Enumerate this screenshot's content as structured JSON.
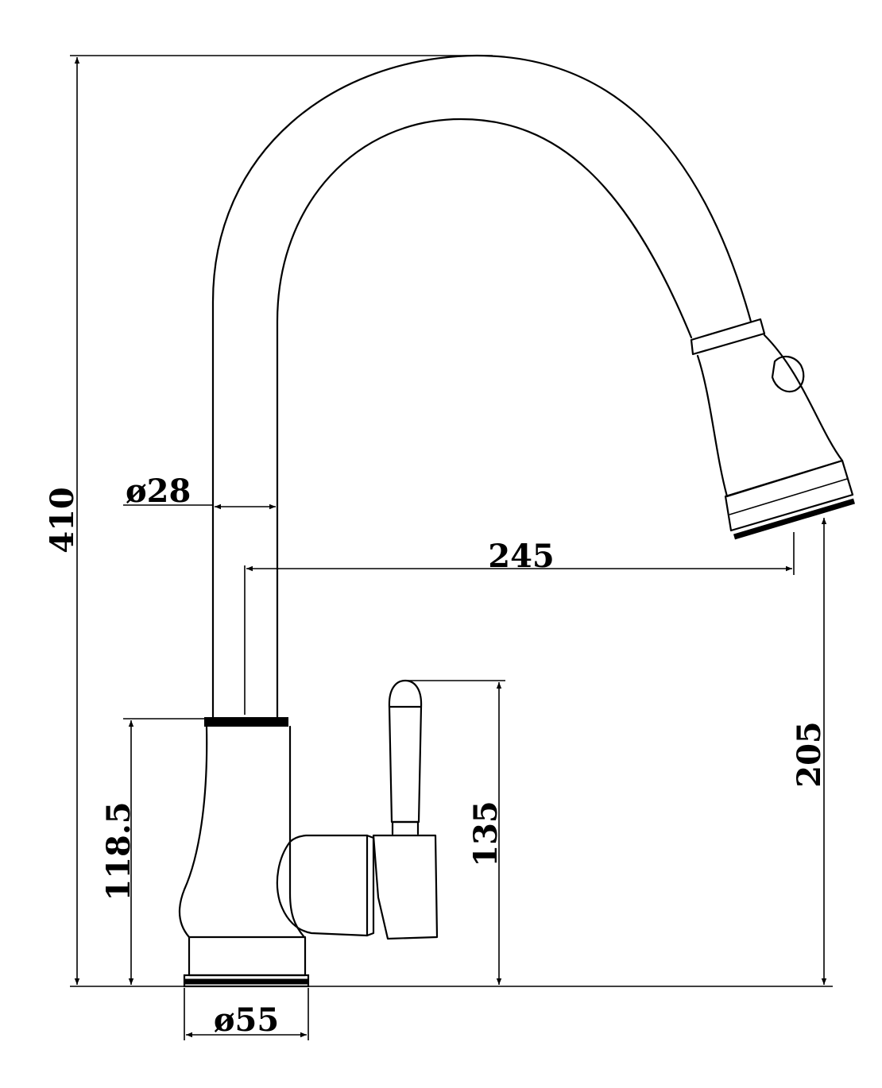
{
  "dimensions": {
    "overall_height": "410",
    "pipe_diameter": "ø28",
    "spout_reach": "245",
    "spout_outlet_height": "205",
    "handle_height": "135",
    "body_height": "118.5",
    "base_diameter": "ø55"
  }
}
